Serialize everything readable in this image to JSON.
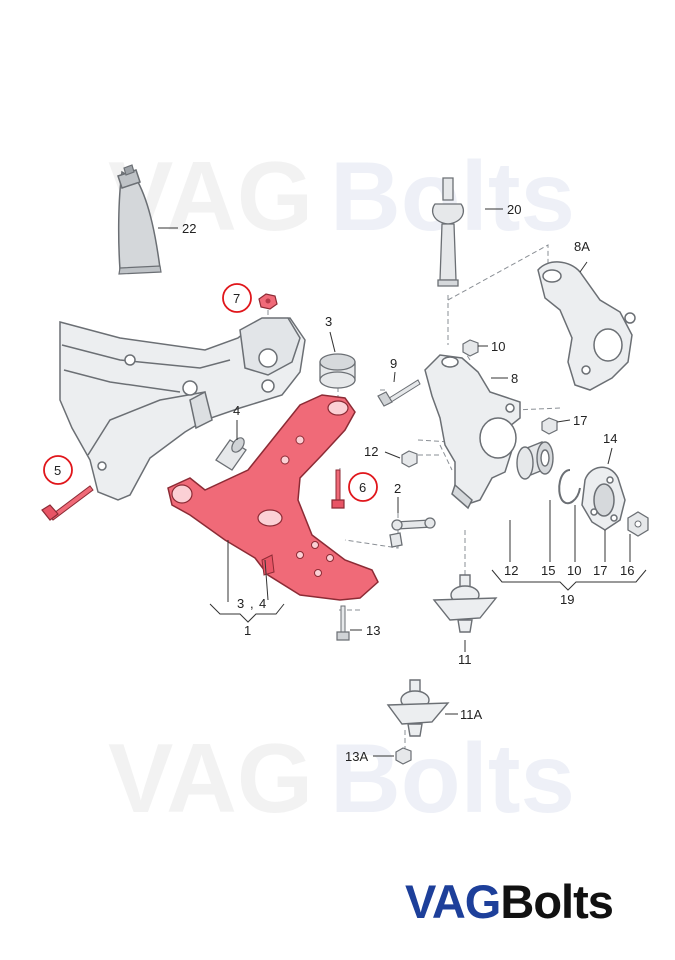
{
  "watermark": {
    "part1": "VAG",
    "part2": "Bolts"
  },
  "logo": {
    "part1": "VAG",
    "part2": "Bolts"
  },
  "colors": {
    "highlight_part": "#f06a78",
    "highlight_circle": "#e0161b",
    "part_fill": "#e8eaec",
    "part_stroke": "#6b6f74",
    "logo_blue": "#1d3f9a",
    "logo_black": "#111111"
  },
  "callouts": {
    "p1": "1",
    "p2": "2",
    "p3": "3",
    "p4": "4",
    "p5": "5",
    "p6": "6",
    "p7": "7",
    "p8": "8",
    "p8a": "8A",
    "p9": "9",
    "p10": "10",
    "p11": "11",
    "p11a": "11A",
    "p12": "12",
    "p13": "13",
    "p13a": "13A",
    "p14": "14",
    "p15": "15",
    "p16": "16",
    "p17": "17",
    "p19": "19",
    "p20": "20",
    "p22": "22",
    "sub_3": "3",
    "sub_comma": ",",
    "sub_4": "4",
    "b12": "12",
    "b15": "15",
    "b10": "10",
    "b17": "17",
    "b16": "16"
  },
  "highlighted_items": [
    "5",
    "6",
    "7"
  ]
}
